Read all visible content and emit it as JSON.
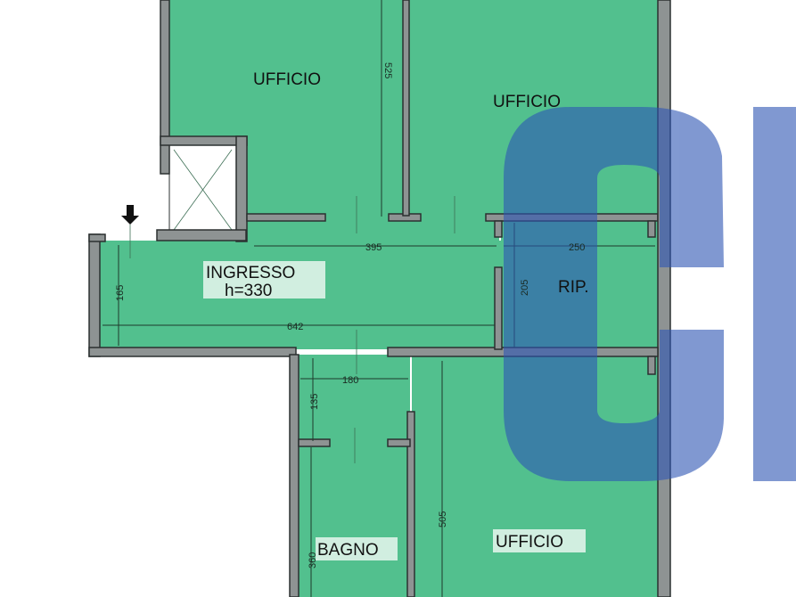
{
  "rooms": {
    "office_top_left": "UFFICIO",
    "office_top_right": "UFFICIO",
    "entrance": "INGRESSO",
    "entrance_height": "h=330",
    "storage": "RIP.",
    "bathroom": "BAGNO",
    "office_bottom": "UFFICIO"
  },
  "dimensions": {
    "d525": "525",
    "d395": "395",
    "d250": "250",
    "d165": "165",
    "d205": "205",
    "d642": "642",
    "d180": "180",
    "d135": "135",
    "d505": "505",
    "d360": "360"
  },
  "colors": {
    "room_fill": "#52c08e",
    "wall": "#8e9393",
    "watermark": "#2d55b4"
  },
  "icons": {
    "entrance_marker": "arrow-down-icon",
    "elevator": "elevator-cross-icon"
  }
}
